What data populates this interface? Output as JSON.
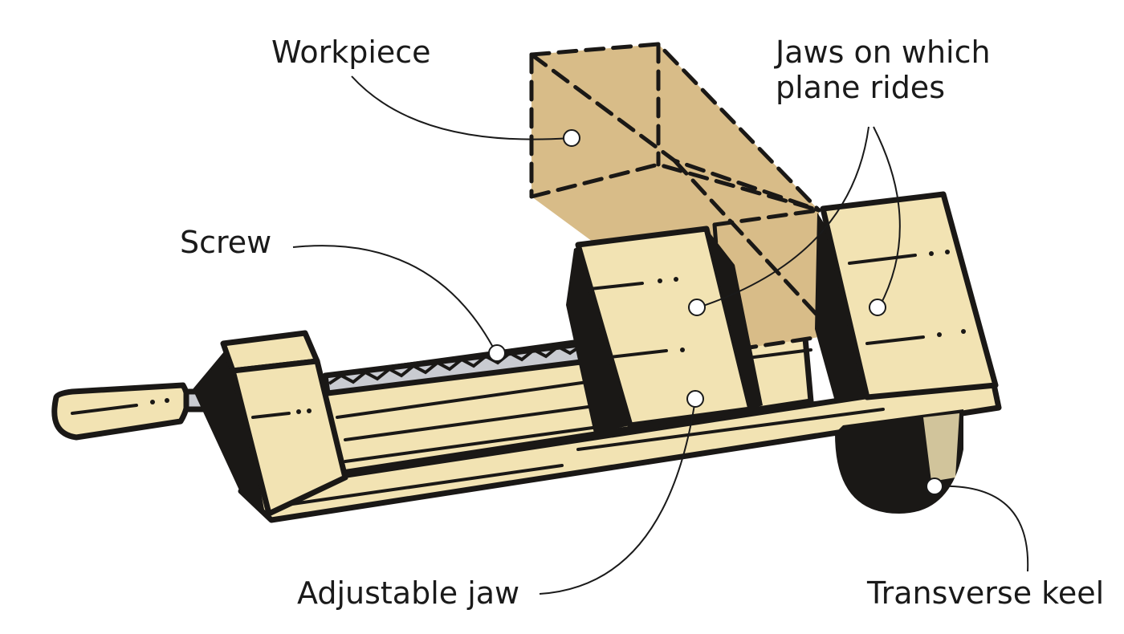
{
  "figure": {
    "subject": "Planing vise with adjustable jaw",
    "colors": {
      "wood": "#f2e3b3",
      "workpiece": "#d8bc88",
      "ink": "#1a1816",
      "metal": "#c9cbd1",
      "background": "#ffffff"
    }
  },
  "labels": {
    "workpiece": "Workpiece",
    "jaws_line1": "Jaws on which",
    "jaws_line2": "plane rides",
    "screw": "Screw",
    "adjustable_jaw": "Adjustable jaw",
    "transverse_keel": "Transverse keel"
  }
}
